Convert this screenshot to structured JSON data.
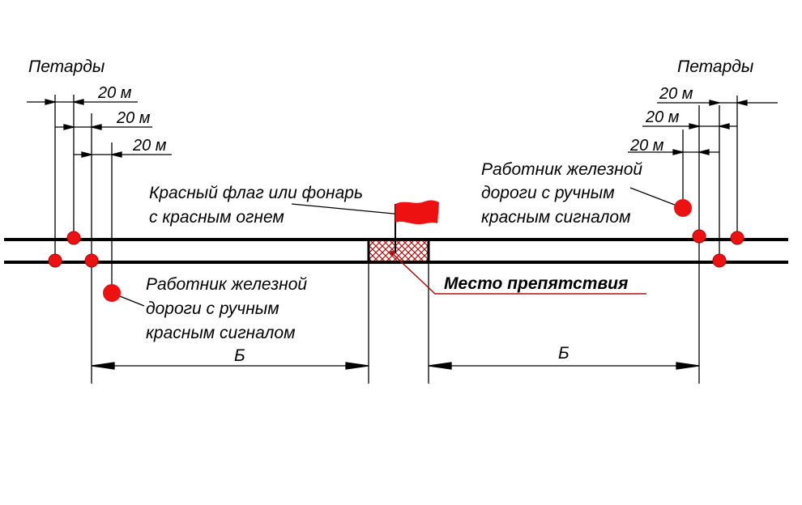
{
  "labels": {
    "petards_left": "Петарды",
    "petards_right": "Петарды",
    "flag_line1": "Красный флаг или фонарь",
    "flag_line2": "с красным огнем",
    "worker_right_line1": "Работник железной",
    "worker_right_line2": "дороги с ручным",
    "worker_right_line3": "красным сигналом",
    "worker_left_line1": "Работник железной",
    "worker_left_line2": "дороги с ручным",
    "worker_left_line3": "красным сигналом",
    "obstacle": "Место  препятствия",
    "dist_left": "Б",
    "dist_right": "Б"
  },
  "spacings": {
    "left": [
      "20 м",
      "20 м",
      "20 м"
    ],
    "right": [
      "20 м",
      "20 м",
      "20 м"
    ]
  },
  "colors": {
    "signal": "#ee1111",
    "obstacle_hatch": "#b01010",
    "obstacle_leader": "#b01010",
    "line": "#000000"
  }
}
